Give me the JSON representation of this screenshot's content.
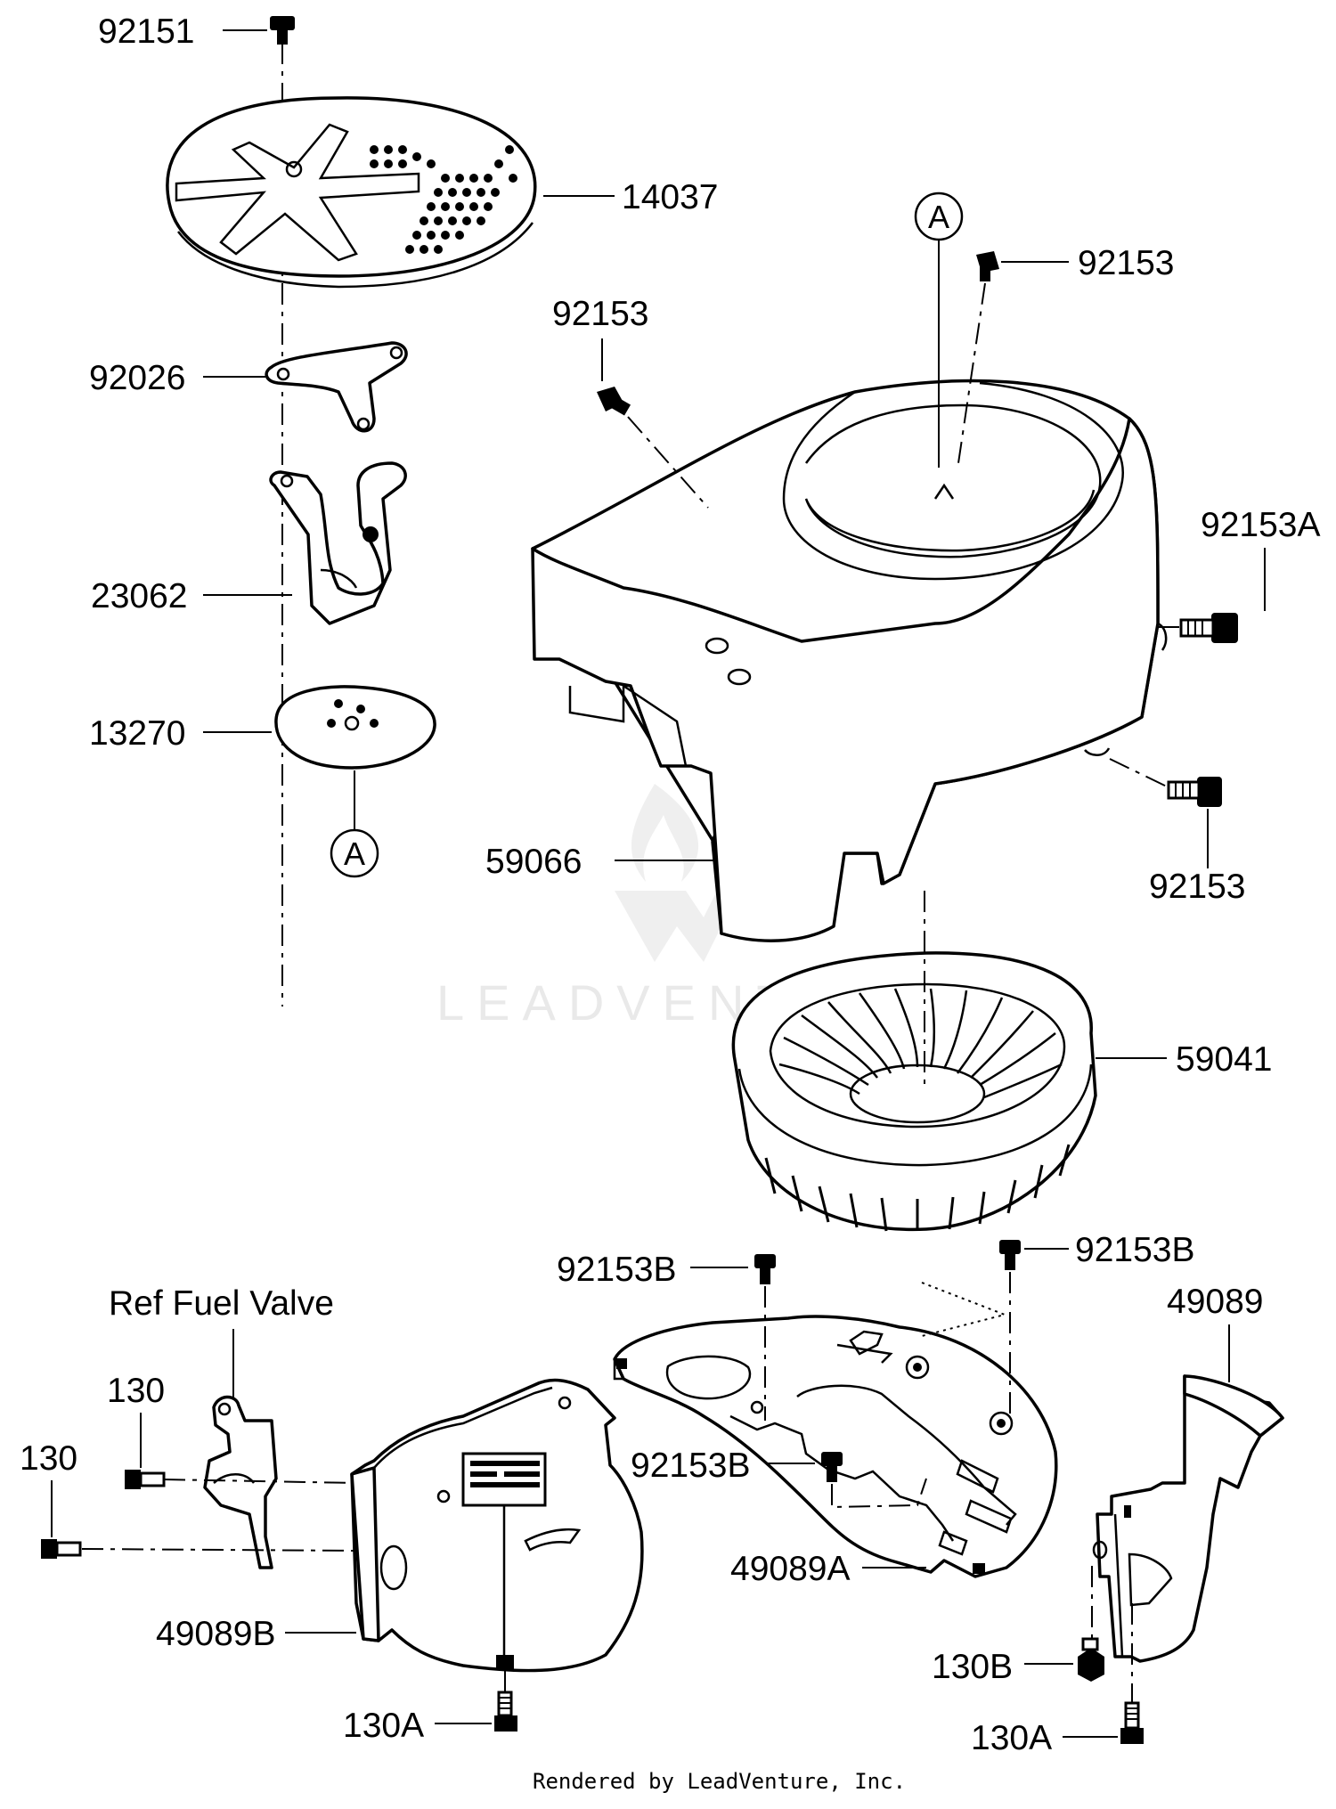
{
  "diagram": {
    "parts": {
      "p92151": "92151",
      "p14037": "14037",
      "p92026": "92026",
      "p23062": "23062",
      "p13270": "13270",
      "p59066": "59066",
      "p92153_left": "92153",
      "p92153_top": "92153",
      "p92153A": "92153A",
      "p92153_right": "92153",
      "p59041": "59041",
      "p92153B_1": "92153B",
      "p92153B_2": "92153B",
      "p92153B_3": "92153B",
      "p49089": "49089",
      "p49089A": "49089A",
      "p49089B": "49089B",
      "p130_1": "130",
      "p130_2": "130",
      "p130A_1": "130A",
      "p130A_2": "130A",
      "p130B": "130B"
    },
    "ref_fuel_valve": "Ref Fuel Valve",
    "callout_a": "A",
    "watermark": "LEADVENTURE",
    "credit": "Rendered by LeadVenture, Inc."
  }
}
